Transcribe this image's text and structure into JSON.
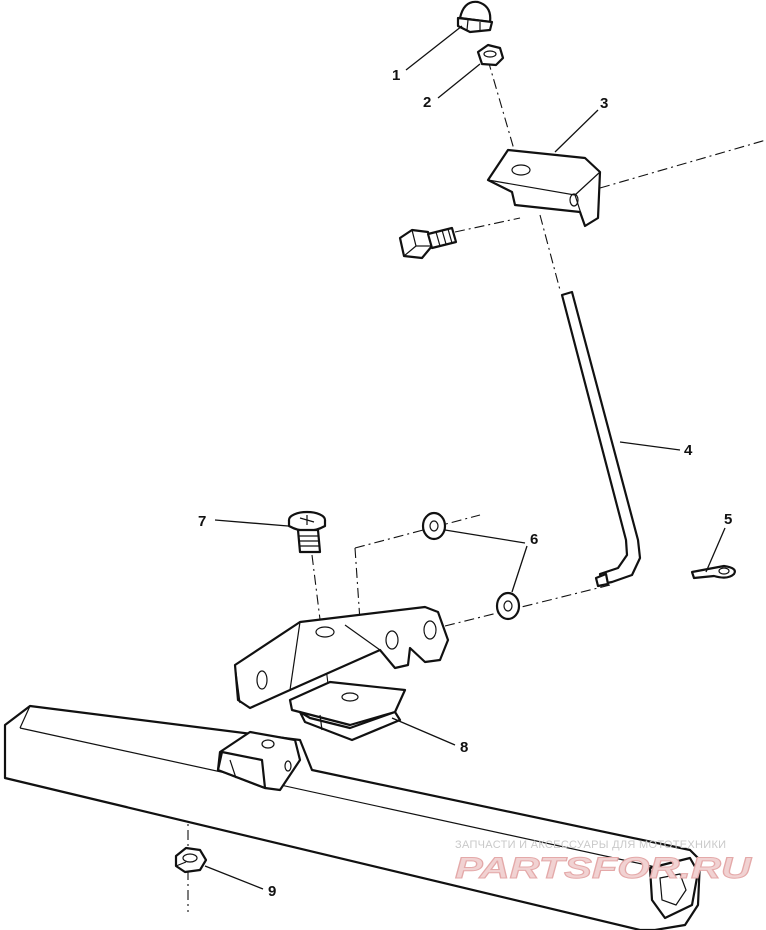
{
  "callouts": [
    "1",
    "2",
    "3",
    "4",
    "5",
    "6",
    "7",
    "8",
    "9"
  ],
  "watermark": {
    "tagline": "ЗАПЧАСТИ И АКСЕССУАРЫ ДЛЯ МОТОТЕХНИКИ",
    "logo": "PARTSFOR.RU"
  }
}
